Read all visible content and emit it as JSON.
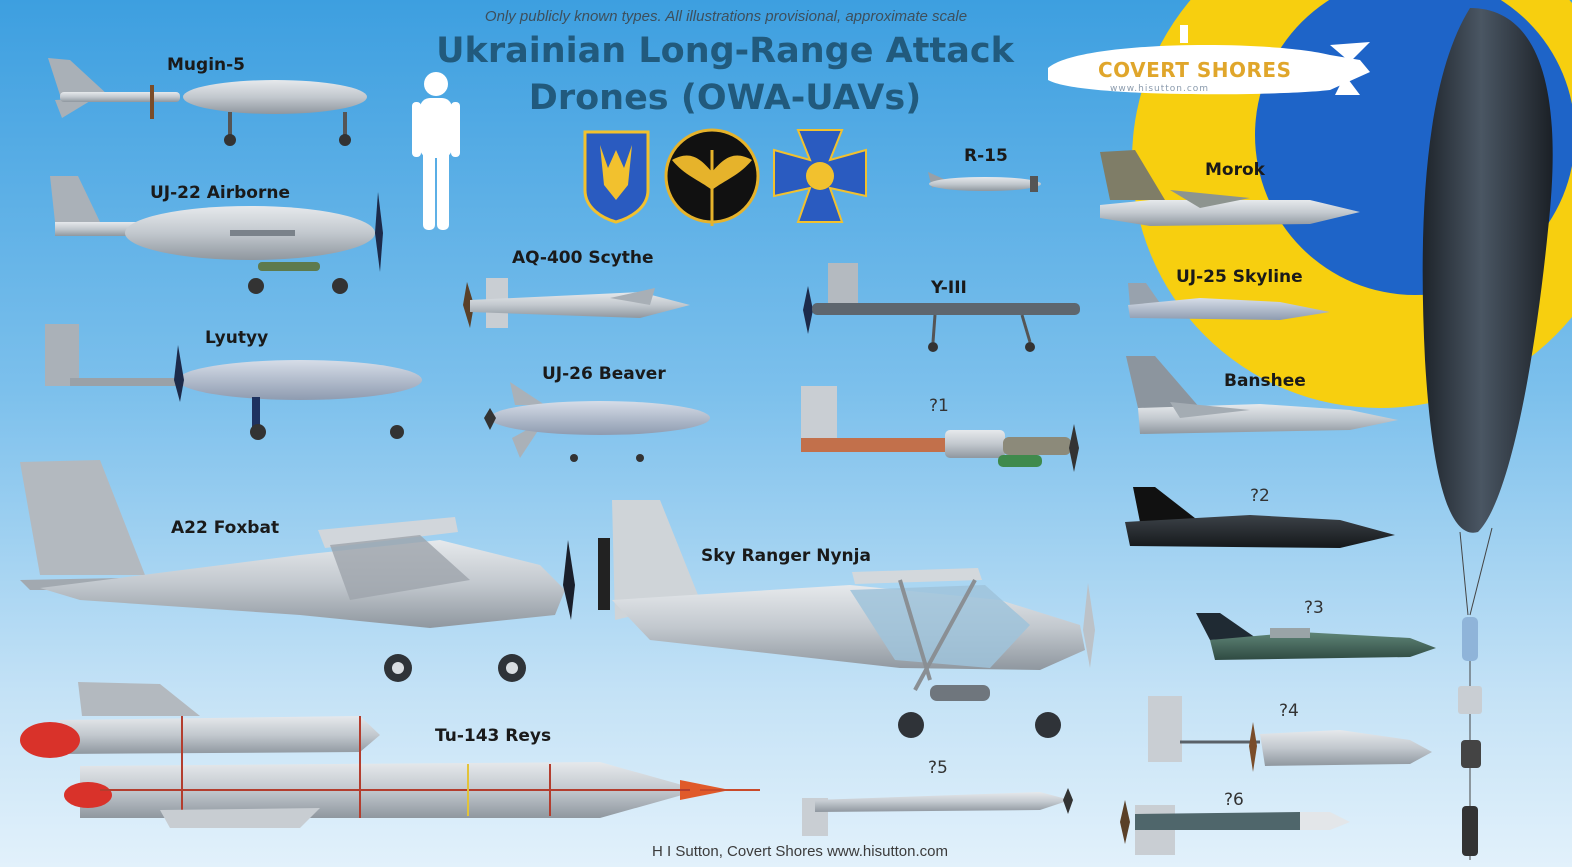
{
  "subtitle": "Only publicly known types. All illustrations provisional, approximate scale",
  "title_line1": "Ukrainian Long-Range Attack",
  "title_line2": "Drones (OWA-UAVs)",
  "logo": {
    "text": "COVERT SHORES",
    "url": "www.hisutton.com"
  },
  "footer": "H I Sutton, Covert Shores www.hisutton.com",
  "emblems": [
    "ukraine-trident-emblem",
    "military-intelligence-emblem",
    "sbu-emblem"
  ],
  "drones": {
    "mugin5": "Mugin-5",
    "uj22": "UJ-22 Airborne",
    "lyutyy": "Lyutyy",
    "a22": "A22 Foxbat",
    "tu143": "Tu-143 Reys",
    "aq400": "AQ-400 Scythe",
    "uj26": "UJ-26 Beaver",
    "skyranger": "Sky Ranger Nynja",
    "r15": "R-15",
    "y3": "Y-III",
    "q1": "?1",
    "q5": "?5",
    "morok": "Morok",
    "uj25": "UJ-25 Skyline",
    "banshee": "Banshee",
    "q2": "?2",
    "q3": "?3",
    "q4": "?4",
    "q6": "?6"
  },
  "colors": {
    "flag_yellow": "#f7cf0f",
    "flag_blue": "#1e64c8",
    "title": "#215a7d",
    "airframe": "#c3c9cf"
  }
}
